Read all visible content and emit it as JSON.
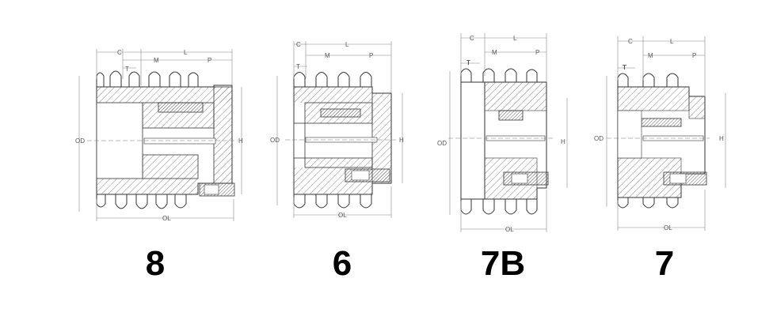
{
  "panels": [
    {
      "id": "8",
      "caption": "8",
      "labels": {
        "c": "C",
        "l": "L",
        "t": "T",
        "m": "M",
        "p": "P",
        "od": "OD",
        "h": "H",
        "ol": "OL"
      }
    },
    {
      "id": "6",
      "caption": "6",
      "labels": {
        "c": "C",
        "l": "L",
        "t": "T",
        "m": "M",
        "p": "P",
        "od": "OD",
        "h": "H",
        "ol": "OL"
      }
    },
    {
      "id": "7B",
      "caption": "7B",
      "labels": {
        "c": "C",
        "l": "L",
        "t": "T",
        "m": "M",
        "p": "P",
        "od": "OD",
        "h": "H",
        "ol": "OL"
      }
    },
    {
      "id": "7",
      "caption": "7",
      "labels": {
        "c": "C",
        "l": "L",
        "t": "T",
        "m": "M",
        "p": "P",
        "od": "OD",
        "h": "H",
        "ol": "OL"
      }
    }
  ],
  "colors": {
    "line": "#333333",
    "hatch": "#666666",
    "dim": "#888888",
    "caption": "#000000"
  }
}
